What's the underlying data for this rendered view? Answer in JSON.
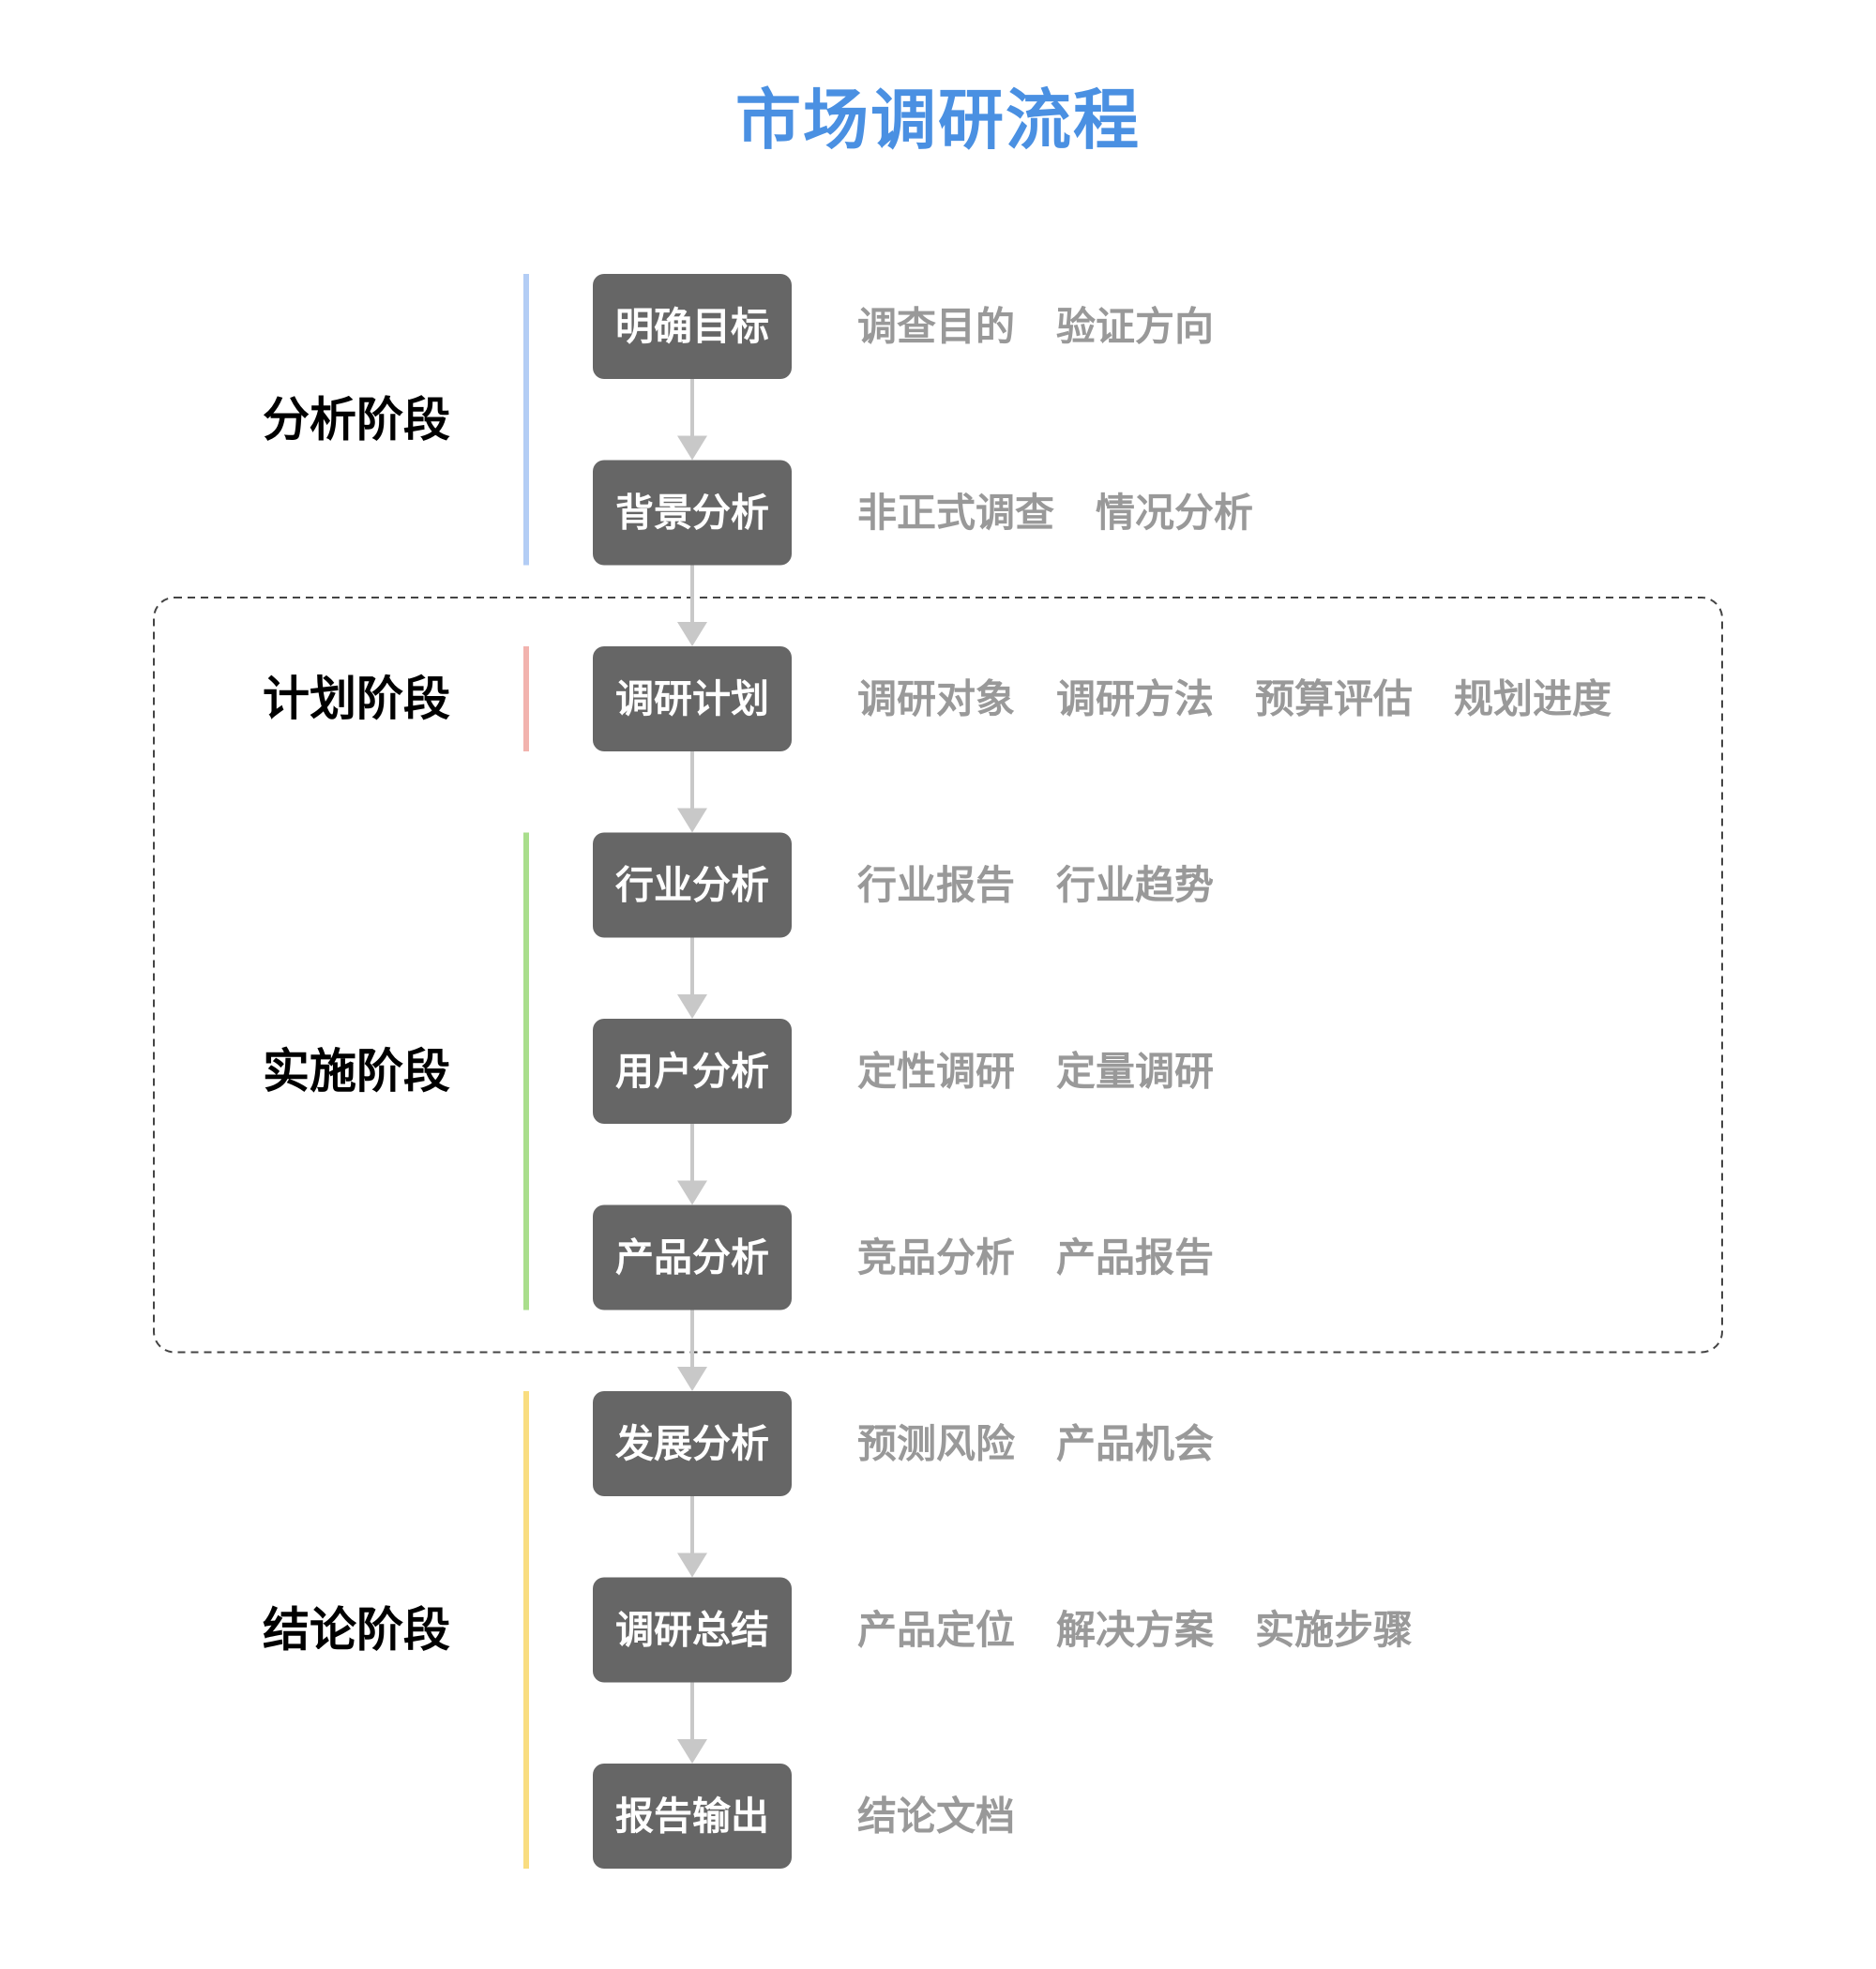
{
  "title": "市场调研流程",
  "colors": {
    "title": "#4A90E2",
    "node_fill": "#666666",
    "node_text": "#FFFFFF",
    "detail_text": "#999999",
    "phase_text": "#000000",
    "connector": "#C8C8C8",
    "dashed_border": "#444444"
  },
  "phases": [
    {
      "name": "分析阶段",
      "color": "#B3CDF5",
      "steps": [
        0,
        1
      ]
    },
    {
      "name": "计划阶段",
      "color": "#F2B3AE",
      "steps": [
        2
      ]
    },
    {
      "name": "实施阶段",
      "color": "#A9DE8C",
      "steps": [
        3,
        4,
        5
      ]
    },
    {
      "name": "结论阶段",
      "color": "#F9DD80",
      "steps": [
        6,
        7,
        8
      ]
    }
  ],
  "steps": [
    {
      "label": "明确目标",
      "details": [
        "调查目的",
        "验证方向"
      ]
    },
    {
      "label": "背景分析",
      "details": [
        "非正式调查",
        "情况分析"
      ]
    },
    {
      "label": "调研计划",
      "details": [
        "调研对象",
        "调研方法",
        "预算评估",
        "规划进度"
      ]
    },
    {
      "label": "行业分析",
      "details": [
        "行业报告",
        "行业趋势"
      ]
    },
    {
      "label": "用户分析",
      "details": [
        "定性调研",
        "定量调研"
      ]
    },
    {
      "label": "产品分析",
      "details": [
        "竞品分析",
        "产品报告"
      ]
    },
    {
      "label": "发展分析",
      "details": [
        "预测风险",
        "产品机会"
      ]
    },
    {
      "label": "调研总结",
      "details": [
        "产品定位",
        "解决方案",
        "实施步骤"
      ]
    },
    {
      "label": "报告输出",
      "details": [
        "结论文档"
      ]
    }
  ],
  "highlight_group": {
    "phases": [
      1,
      2
    ]
  }
}
